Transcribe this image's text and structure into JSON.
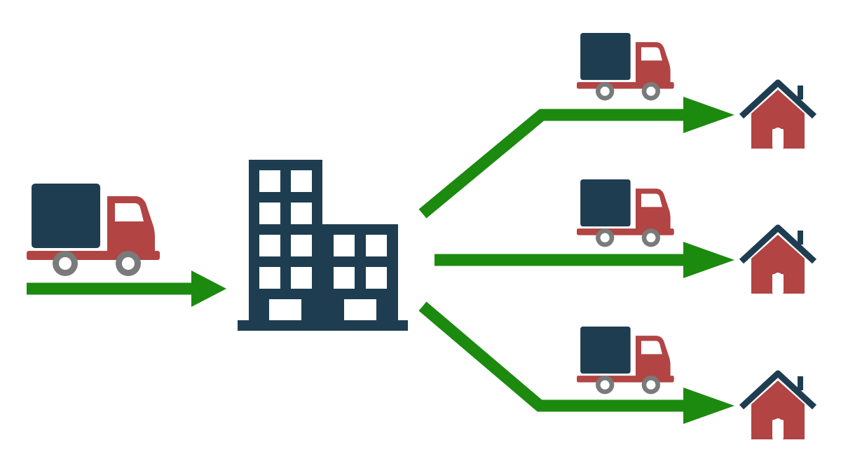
{
  "diagram": {
    "flow": [
      {
        "from": "truck",
        "to": "warehouse"
      },
      {
        "from": "warehouse",
        "to": "house",
        "via": "truck"
      },
      {
        "from": "warehouse",
        "to": "house",
        "via": "truck"
      },
      {
        "from": "warehouse",
        "to": "house",
        "via": "truck"
      }
    ],
    "icons": {
      "inbound": "delivery-truck-icon",
      "hub": "warehouse-building-icon",
      "outbound_vehicle": "delivery-truck-icon",
      "destination": "house-icon"
    },
    "destination_count": 3
  },
  "colors": {
    "background": "#ffffff",
    "arrow": "#1b8a0f",
    "truck_cargo": "#1f3d50",
    "truck_cab": "#b24444",
    "truck_wheel": "#7a7a7a",
    "building": "#1f3d50",
    "house_body": "#b24444",
    "house_roof": "#1f3d50"
  }
}
